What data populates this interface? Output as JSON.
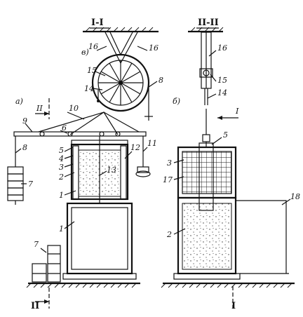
{
  "sections": {
    "top": "I-I",
    "right": "II-II",
    "bottom_left": "II",
    "bottom_right": "I",
    "left_arrow_top": "II",
    "right_arrow": "I"
  },
  "views": {
    "a": "а)",
    "b": "б)",
    "v": "в)"
  },
  "callouts": {
    "n16a": "16",
    "n16b": "16",
    "n15": "15",
    "n14": "14",
    "n8": "8",
    "n10": "10",
    "n9": "9",
    "n6": "6",
    "n8b": "8",
    "n5": "5",
    "n4": "4",
    "n3": "3",
    "n2": "2",
    "n7": "7",
    "n1": "1",
    "n13": "13",
    "n12": "12",
    "n11": "11",
    "n1b": "1",
    "n7b": "7",
    "r16": "16",
    "r15": "15",
    "r14": "14",
    "r5": "5",
    "r3": "3",
    "r17": "17",
    "r2": "2",
    "r18": "18"
  },
  "colors": {
    "ink": "#111111",
    "paper": "#ffffff"
  }
}
